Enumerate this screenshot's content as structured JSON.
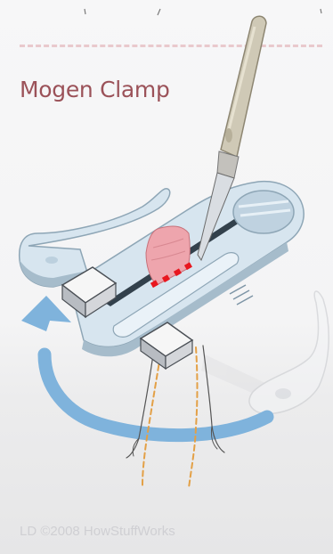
{
  "title": "Mogen Clamp",
  "credit": "LD ©2008 HowStuffWorks",
  "colors": {
    "title": "#9b5259",
    "dash": "#e9c9cd",
    "clamp_body": "#d7e5ef",
    "clamp_shadow": "#a6bccb",
    "arrow": "#7fb3dc",
    "tissue": "#eea5ad",
    "blood": "#e8171f",
    "suture": "#e3a046",
    "scalpel": "#cfc9b6"
  },
  "icons": [
    "mogen-clamp-illustration",
    "scalpel-icon",
    "rotation-arrow-icon"
  ]
}
